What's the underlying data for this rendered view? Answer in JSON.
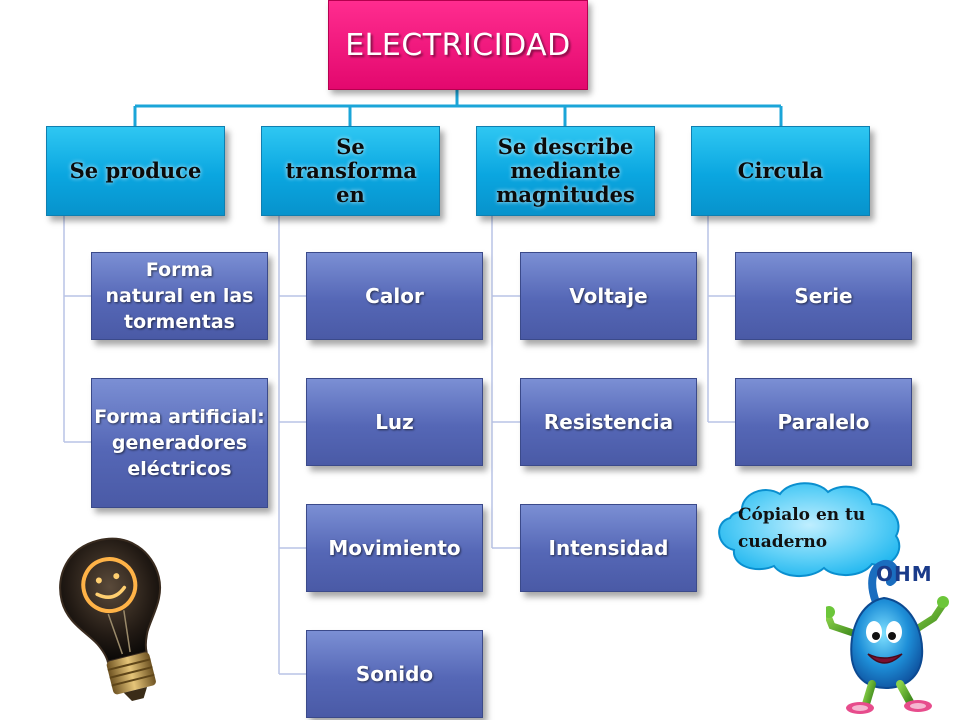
{
  "root": {
    "label": "ELECTRICIDAD"
  },
  "categories": [
    {
      "label": "Se produce",
      "items": [
        "Forma natural en las tormentas",
        "Forma artificial: generadores eléctricos"
      ]
    },
    {
      "label": "Se transforma en",
      "items": [
        "Calor",
        "Luz",
        "Movimiento",
        "Sonido"
      ]
    },
    {
      "label": "Se describe mediante magnitudes",
      "items": [
        "Voltaje",
        "Resistencia",
        "Intensidad"
      ]
    },
    {
      "label": "Circula",
      "items": [
        "Serie",
        "Paralelo"
      ]
    }
  ],
  "note": {
    "text": "Cópialo en tu cuaderno"
  },
  "mascot": {
    "label": "OHM"
  },
  "colors": {
    "root": "#e3086e",
    "category": "#0aa6e0",
    "leaf": "#5567b6",
    "connector": "#1ba5d8",
    "cloud": "#1fb6ef"
  },
  "icons": [
    "lightbulb-icon",
    "cloud-icon",
    "ohm-mascot-icon"
  ]
}
